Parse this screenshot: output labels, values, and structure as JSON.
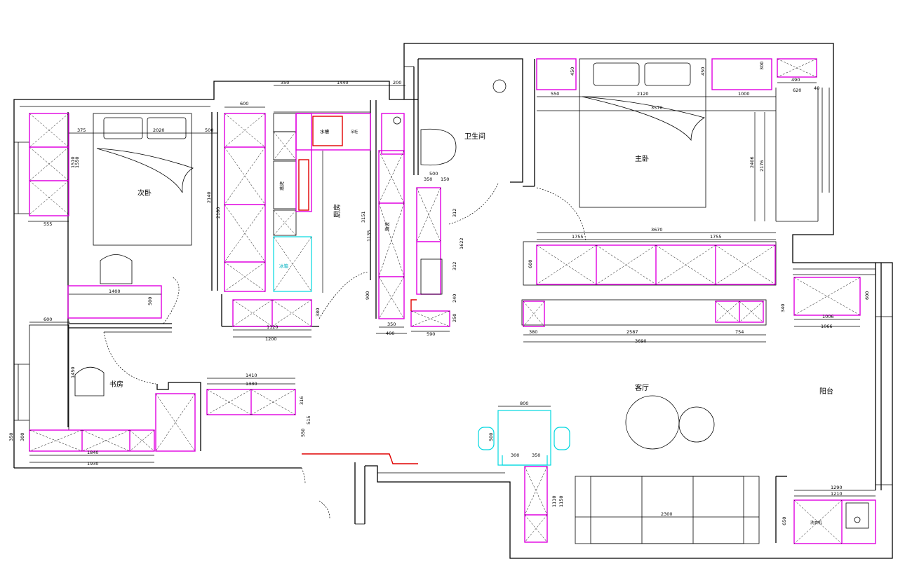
{
  "rooms": {
    "secondary_bedroom": "次卧",
    "master_bedroom": "主卧",
    "bathroom": "卫生间",
    "kitchen": "厨房",
    "study": "书房",
    "living_room": "客厅",
    "balcony": "阳台"
  },
  "dimensions": {
    "d350_top": "350",
    "d1440": "1440",
    "d200": "200",
    "d600_k": "600",
    "d375": "375",
    "d2020": "2020",
    "d500_b": "500",
    "d1510": "1510",
    "d1550": "1550",
    "d555": "555",
    "d2140": "2140",
    "d2180": "2180",
    "d1400": "1400",
    "d500_desk": "500",
    "d600_s": "600",
    "d1450": "1450",
    "d1120": "1120",
    "d1200": "1200",
    "d380": "380",
    "d3151": "3151",
    "d1135": "1135",
    "d900_k": "900",
    "d350_k": "350",
    "d400_k": "400",
    "d590": "590",
    "d500_k2": "500",
    "d350_k2": "350",
    "d150": "150",
    "d312_a": "312",
    "d1622": "1622",
    "d312_b": "312",
    "d240": "240",
    "d250": "250",
    "d550_m": "550",
    "d2120": "2120",
    "d1000": "1000",
    "d3570_m": "3570",
    "d450_a": "450",
    "d450_b": "450",
    "d300": "300",
    "d490": "490",
    "d620": "620",
    "d40": "40",
    "d2406": "2406",
    "d2176": "2176",
    "d3670": "3670",
    "d1755_a": "1755",
    "d1755_b": "1755",
    "d600_tv": "600",
    "d2587": "2587",
    "d754": "754",
    "d3690": "3690",
    "d380_l": "380",
    "d340": "340",
    "d1006": "1006",
    "d1066": "1066",
    "d600_bal": "600",
    "d1410": "1410",
    "d1330": "1330",
    "d1840": "1840",
    "d1930": "1930",
    "d350_s": "350",
    "d300_s": "300",
    "d316": "316",
    "d515": "515",
    "d550_s": "550",
    "d800": "800",
    "d500_t": "500",
    "d300_t": "300",
    "d350_t": "350",
    "d1110": "1110",
    "d1150": "1150",
    "d2300": "2300",
    "d1290": "1290",
    "d1210": "1210",
    "d650": "650"
  },
  "fixture_labels": {
    "fridge": "冰箱",
    "oven": "蒸烤",
    "sink": "水槽",
    "washer": "洗衣机",
    "cabinet_note": "吊柜",
    "microwave": "微波"
  },
  "colors": {
    "cabinet": "#e000e0",
    "wall": "#000000",
    "table": "#00d8e0",
    "highlight": "#e00000"
  }
}
